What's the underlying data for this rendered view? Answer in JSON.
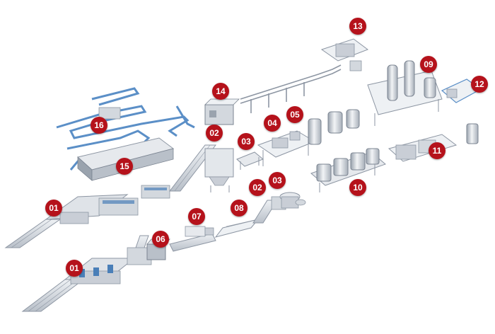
{
  "colors": {
    "badge": "#b5121b",
    "badge_text": "#ffffff",
    "steel": "#c9ced6",
    "steel_dark": "#8d96a3",
    "conveyor_blue": "#5b8fc7"
  },
  "stations": [
    {
      "id": "s01a",
      "label": "01"
    },
    {
      "id": "s01b",
      "label": "01"
    },
    {
      "id": "s02a",
      "label": "02"
    },
    {
      "id": "s02b",
      "label": "02"
    },
    {
      "id": "s03a",
      "label": "03"
    },
    {
      "id": "s03b",
      "label": "03"
    },
    {
      "id": "s04",
      "label": "04"
    },
    {
      "id": "s05",
      "label": "05"
    },
    {
      "id": "s06",
      "label": "06"
    },
    {
      "id": "s07",
      "label": "07"
    },
    {
      "id": "s08",
      "label": "08"
    },
    {
      "id": "s09",
      "label": "09"
    },
    {
      "id": "s10",
      "label": "10"
    },
    {
      "id": "s11",
      "label": "11"
    },
    {
      "id": "s12",
      "label": "12"
    },
    {
      "id": "s13",
      "label": "13"
    },
    {
      "id": "s14",
      "label": "14"
    },
    {
      "id": "s15",
      "label": "15"
    },
    {
      "id": "s16",
      "label": "16"
    }
  ]
}
